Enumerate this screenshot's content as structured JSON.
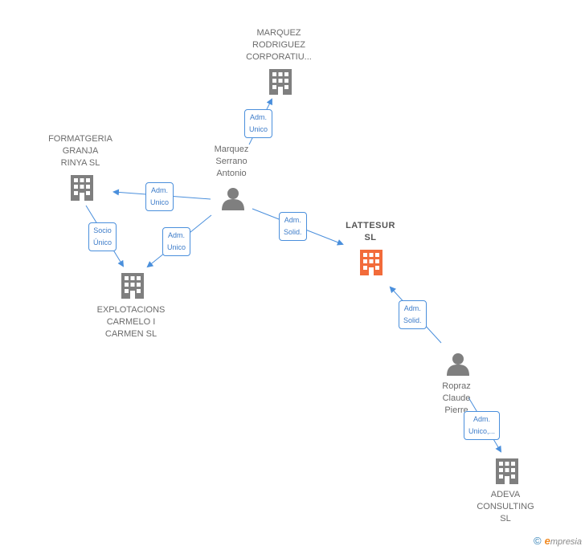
{
  "colors": {
    "building": "#7f7f7f",
    "focus_building": "#f26b3a",
    "person": "#7f7f7f",
    "edge": "#4a8fdc"
  },
  "companies": {
    "marquez_corp": "MARQUEZ\nRODRIGUEZ\nCORPORATIU...",
    "formatgeria": "FORMATGERIA\nGRANJA\nRINYA SL",
    "explotacions": "EXPLOTACIONS\nCARMELO I\nCARMEN  SL",
    "lattesur": "LATTESUR\nSL",
    "adeva": "ADEVA\nCONSULTING\nSL"
  },
  "persons": {
    "marquez": "Marquez\nSerrano\nAntonio",
    "ropraz": "Ropraz\nClaude\nPierre"
  },
  "edges": {
    "e1": "Adm.\nUnico",
    "e2": "Adm.\nUnico",
    "e3": "Adm.\nUnico",
    "e4": "Socio\nÚnico",
    "e5": "Adm.\nSolid.",
    "e6": "Adm.\nSolid.",
    "e7": "Adm.\nUnico,..."
  },
  "footer": {
    "copyright": "©",
    "brand_first": "e",
    "brand_rest": "mpresia"
  }
}
